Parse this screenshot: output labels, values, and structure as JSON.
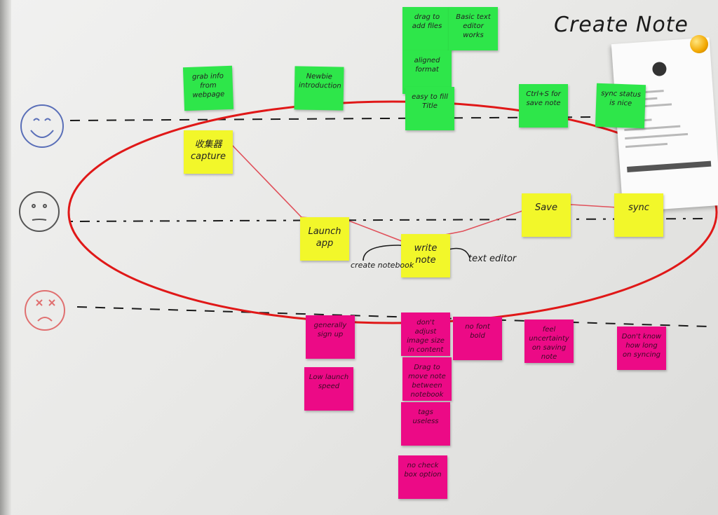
{
  "board_title": "Create Note",
  "stickies": [
    {
      "id": "g1",
      "color": "green",
      "text": "grab info from webpage"
    },
    {
      "id": "g2",
      "color": "green",
      "text": "Newbie introduction"
    },
    {
      "id": "g3",
      "color": "green",
      "text": "drag to add files"
    },
    {
      "id": "g4",
      "color": "green",
      "text": "Basic text editor works"
    },
    {
      "id": "g5",
      "color": "green",
      "text": "aligned format"
    },
    {
      "id": "g6",
      "color": "green",
      "text": "easy to fill Title"
    },
    {
      "id": "g7",
      "color": "green",
      "text": "Ctrl+S for save note"
    },
    {
      "id": "g8",
      "color": "green",
      "text": "sync status is nice"
    },
    {
      "id": "y1",
      "color": "yellow",
      "text": "收集器 capture"
    },
    {
      "id": "y2",
      "color": "yellow",
      "text": "Launch app"
    },
    {
      "id": "y3",
      "color": "yellow",
      "text": "write note"
    },
    {
      "id": "y4",
      "color": "yellow",
      "text": "Save"
    },
    {
      "id": "y5",
      "color": "yellow",
      "text": "sync"
    },
    {
      "id": "p1",
      "color": "pink",
      "text": "generally sign up"
    },
    {
      "id": "p2",
      "color": "pink",
      "text": "Low launch speed"
    },
    {
      "id": "p3",
      "color": "pink",
      "text": "don't adjust image size in content"
    },
    {
      "id": "p4",
      "color": "pink",
      "text": "Drag to move note between notebook"
    },
    {
      "id": "p5",
      "color": "pink",
      "text": "tags useless"
    },
    {
      "id": "p6",
      "color": "pink",
      "text": "no check box option"
    },
    {
      "id": "p7",
      "color": "pink",
      "text": "no font bold"
    },
    {
      "id": "p8",
      "color": "pink",
      "text": "feel uncertainty on saving note"
    },
    {
      "id": "p9",
      "color": "pink",
      "text": "Don't know how long on syncing"
    }
  ],
  "annotations": {
    "create_notebook": "create notebook",
    "text_editor": "text editor"
  },
  "faces": [
    "happy",
    "neutral",
    "sad"
  ],
  "colors": {
    "green": "#2ee64a",
    "yellow": "#f2f72a",
    "pink": "#ec0a86",
    "ellipse": "#e01818",
    "marker": "#1a1a1a",
    "connector": "#e0505a"
  }
}
